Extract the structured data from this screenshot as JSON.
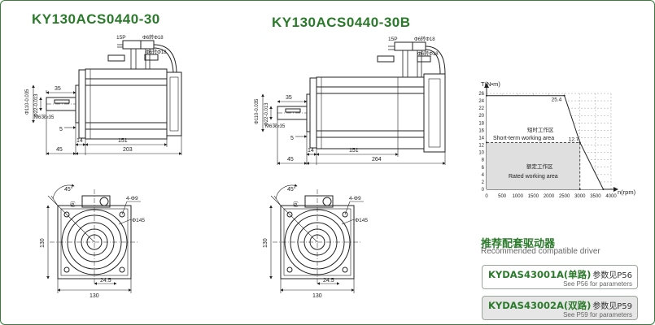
{
  "models": {
    "left_title": "KY130ACS0440-30",
    "right_title": "KY130ACS0440-30B"
  },
  "left_drawing": {
    "connector_pin": "15P",
    "cable_dia_1": "Φ6转Φ18",
    "cable_dia_2": "Φ6转Φ18",
    "dim_35": "35",
    "dim_shaft": "Φ22-0.013",
    "dim_pilot": "Φ110-0.035",
    "dim_key": "M6深≥35",
    "dim_5": "5",
    "dim_14": "14",
    "dim_151": "151",
    "dim_45": "45",
    "dim_203": "203"
  },
  "right_drawing": {
    "connector_pin": "15P",
    "cable_dia_1": "Φ6转Φ18",
    "cable_dia_2": "Φ6转Φ18",
    "dim_35": "35",
    "dim_shaft": "Φ22-0.013",
    "dim_pilot": "Φ110-0.035",
    "dim_key": "M6深≥35",
    "dim_5": "5",
    "dim_14": "14",
    "dim_151": "151",
    "dim_45": "45",
    "dim_264": "264"
  },
  "front_view": {
    "angle": "45°",
    "hole_spec": "4-Φ9",
    "bolt_circle": "Φ145",
    "dim_130_h": "130",
    "dim_130_v": "130",
    "dim_245": "24.5",
    "dim_flat": "(6)"
  },
  "chart_data": {
    "type": "line",
    "ylabel": "T(N•m)",
    "xlabel": "n(rpm)",
    "xlim": [
      0,
      4000
    ],
    "ylim": [
      0,
      26
    ],
    "x_ticks": [
      "0",
      "500",
      "1000",
      "1500",
      "2000",
      "2500",
      "3000",
      "3500",
      "4000"
    ],
    "y_ticks": [
      "0",
      "2",
      "4",
      "6",
      "8",
      "10",
      "12",
      "14",
      "16",
      "18",
      "20",
      "22",
      "24",
      "26"
    ],
    "grid": true,
    "series": [
      {
        "x": [
          0,
          2500,
          3000,
          3750
        ],
        "y": [
          25.4,
          25.4,
          12.7,
          0
        ]
      },
      {
        "x": [
          0,
          3000,
          3000
        ],
        "y": [
          12.7,
          12.7,
          0
        ]
      }
    ],
    "annotations": {
      "peak_value": "25.4",
      "rated_value": "12.7",
      "short_term_cn": "短时工作区",
      "short_term_en": "Short-term working area",
      "rated_cn": "额定工作区",
      "rated_en": "Rated working area"
    },
    "colors": {
      "rated_fill": "#d9d9d9",
      "line": "#222222"
    }
  },
  "recommended": {
    "title_cn": "推荐配套驱动器",
    "title_en": "Recommended compatible driver",
    "drivers": [
      {
        "name": "KYDAS43001A(单路)",
        "ref_cn": "参数见P56",
        "ref_en": "See P56 for parameters"
      },
      {
        "name": "KYDAS43002A(双路)",
        "ref_cn": "参数见P59",
        "ref_en": "See P59 for parameters"
      }
    ]
  }
}
